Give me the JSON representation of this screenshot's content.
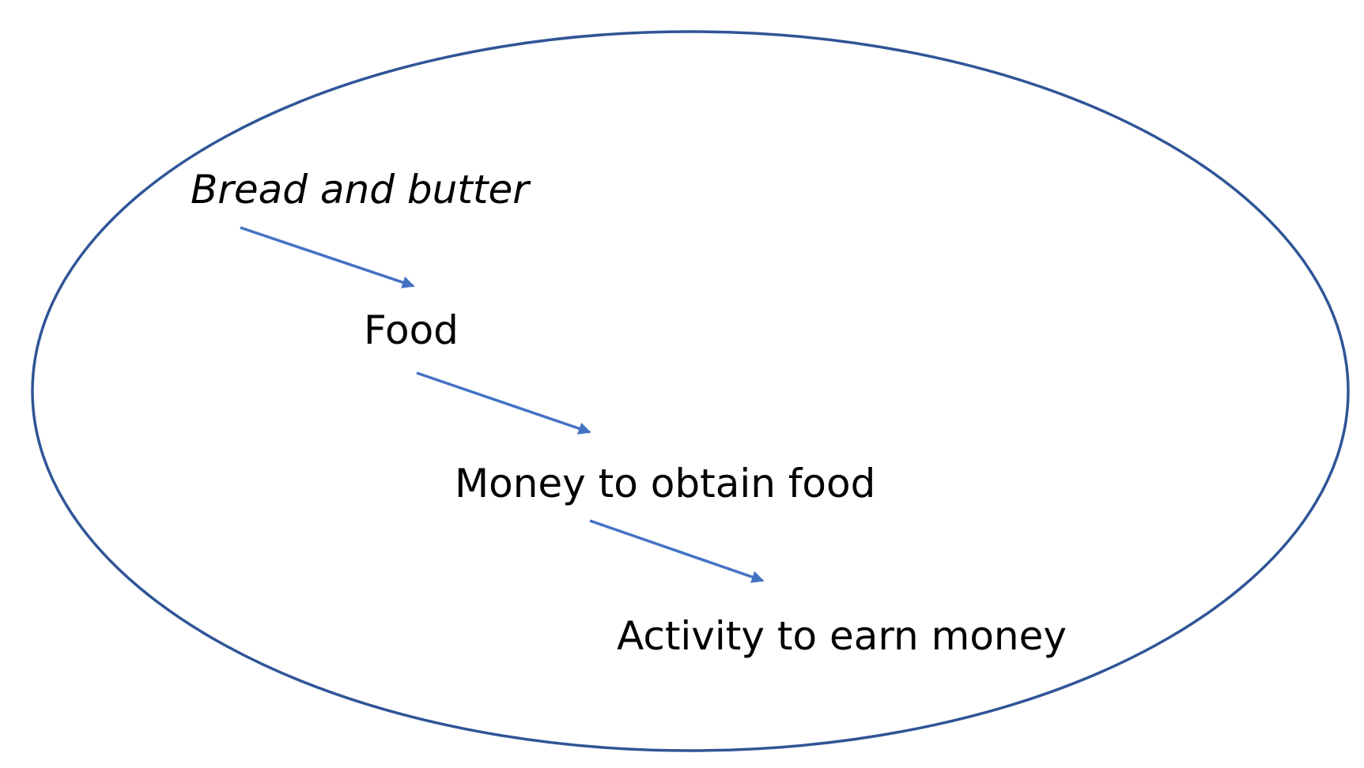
{
  "diagram": {
    "colors": {
      "ellipse_stroke": "#2F5597",
      "arrow": "#4472C4",
      "text": "#000000"
    },
    "nodes": [
      {
        "id": "bread",
        "label": "Bread and butter",
        "italic": true
      },
      {
        "id": "food",
        "label": "Food",
        "italic": false
      },
      {
        "id": "money",
        "label": "Money to obtain food",
        "italic": false
      },
      {
        "id": "activity",
        "label": "Activity to earn money",
        "italic": false
      }
    ],
    "edges": [
      {
        "from": "bread",
        "to": "food"
      },
      {
        "from": "food",
        "to": "money"
      },
      {
        "from": "money",
        "to": "activity"
      }
    ]
  }
}
